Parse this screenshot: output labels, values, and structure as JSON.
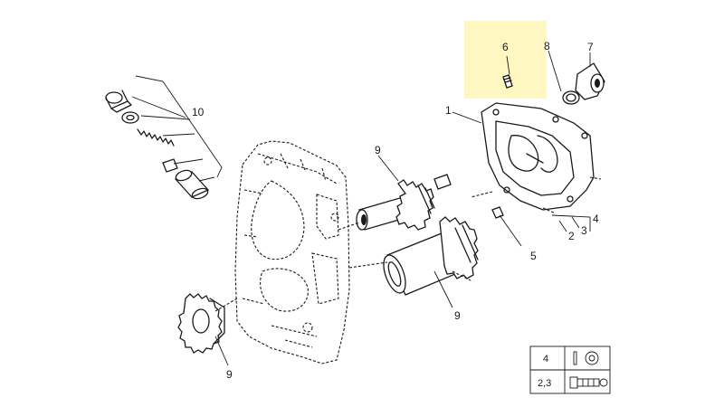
{
  "highlight_color": "#fff7c2",
  "callouts": {
    "part_1": "1",
    "part_2": "2",
    "part_3": "3",
    "part_4": "4",
    "part_5": "5",
    "part_6": "6",
    "part_7": "7",
    "part_8": "8",
    "part_9_top": "9",
    "part_9_middle": "9",
    "part_9_bottom": "9",
    "part_10": "10"
  },
  "legend": {
    "row_1_label": "4",
    "row_2_label": "2,3",
    "row_1_icon": "washer-icon",
    "row_2_icon": "bolt-icon"
  }
}
